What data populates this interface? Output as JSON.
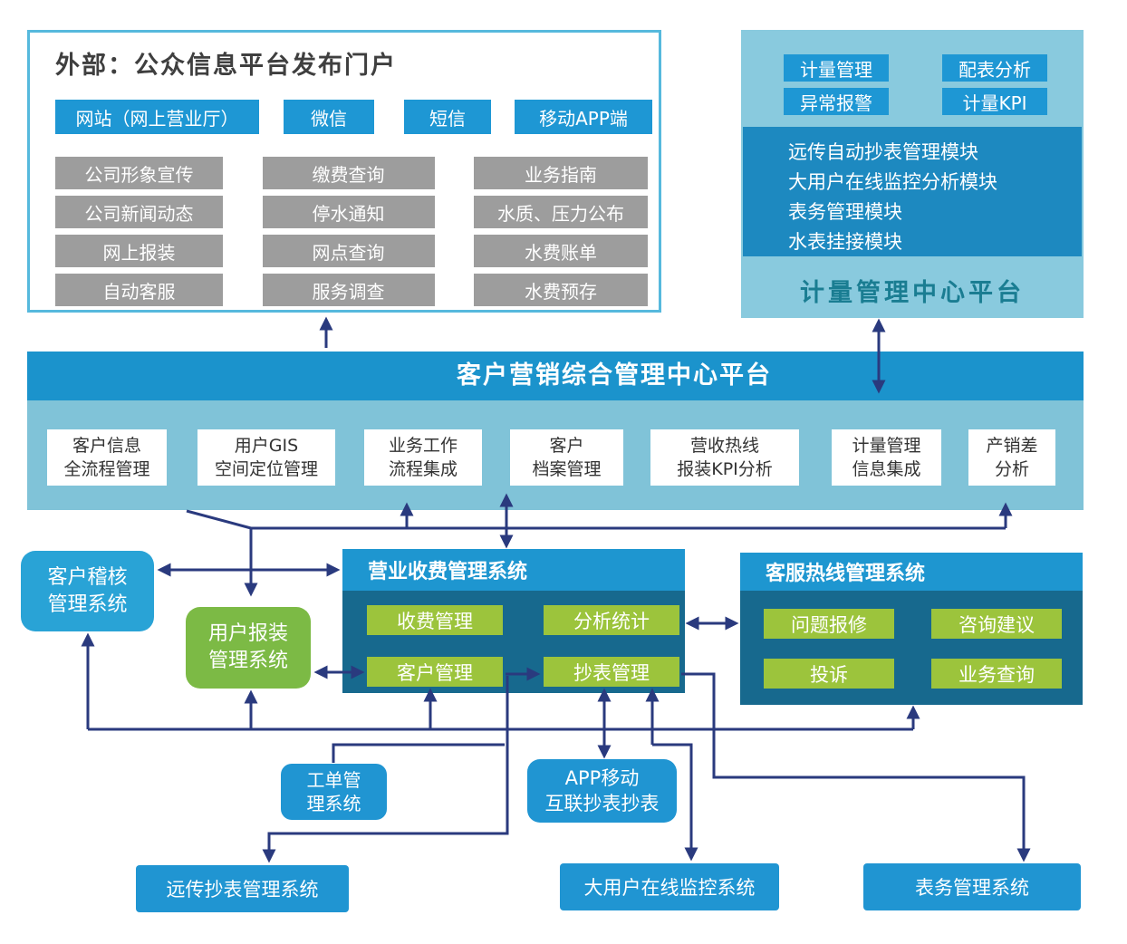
{
  "colors": {
    "accent_blue": "#1e97d4",
    "banner_blue": "#1b93cc",
    "light_blue_panel": "#89cade",
    "strip_blue": "#80c3d8",
    "module_block_blue": "#1d89c0",
    "dark_body_blue": "#17698e",
    "gray_button": "#9d9d9d",
    "green_box": "#7cba45",
    "green_button": "#9cc43c",
    "arrow_navy": "#2a3a7e",
    "platform_label_teal": "#1a7d92"
  },
  "portal": {
    "title": "外部：公众信息平台发布门户",
    "channels": [
      "网站（网上营业厅）",
      "微信",
      "短信",
      "移动APP端"
    ],
    "services": [
      "公司形象宣传",
      "缴费查询",
      "业务指南",
      "公司新闻动态",
      "停水通知",
      "水质、压力公布",
      "网上报装",
      "网点查询",
      "水费账单",
      "自动客服",
      "服务调查",
      "水费预存"
    ]
  },
  "metering": {
    "buttons": [
      "计量管理",
      "配表分析",
      "异常报警",
      "计量KPI"
    ],
    "modules": [
      "远传自动抄表管理模块",
      "大用户在线监控分析模块",
      "表务管理模块",
      "水表挂接模块"
    ],
    "platform": "计量管理中心平台"
  },
  "central": {
    "banner": "客户营销综合管理中心平台",
    "functions": [
      "客户信息\n全流程管理",
      "用户GIS\n空间定位管理",
      "业务工作\n流程集成",
      "客户\n档案管理",
      "营收热线\n报装KPI分析",
      "计量管理\n信息集成",
      "产销差\n分析"
    ]
  },
  "systems": {
    "audit": "客户稽核\n管理系统",
    "install": "用户报装\n管理系统",
    "billing": {
      "title": "营业收费管理系统",
      "buttons": [
        "收费管理",
        "分析统计",
        "客户管理",
        "抄表管理"
      ]
    },
    "hotline": {
      "title": "客服热线管理系统",
      "buttons": [
        "问题报修",
        "咨询建议",
        "投诉",
        "业务查询"
      ]
    },
    "work_order": "工单管\n理系统",
    "app_meter": "APP移动\n互联抄表抄表",
    "bottom": [
      "远传抄表管理系统",
      "大用户在线监控系统",
      "表务管理系统"
    ]
  }
}
